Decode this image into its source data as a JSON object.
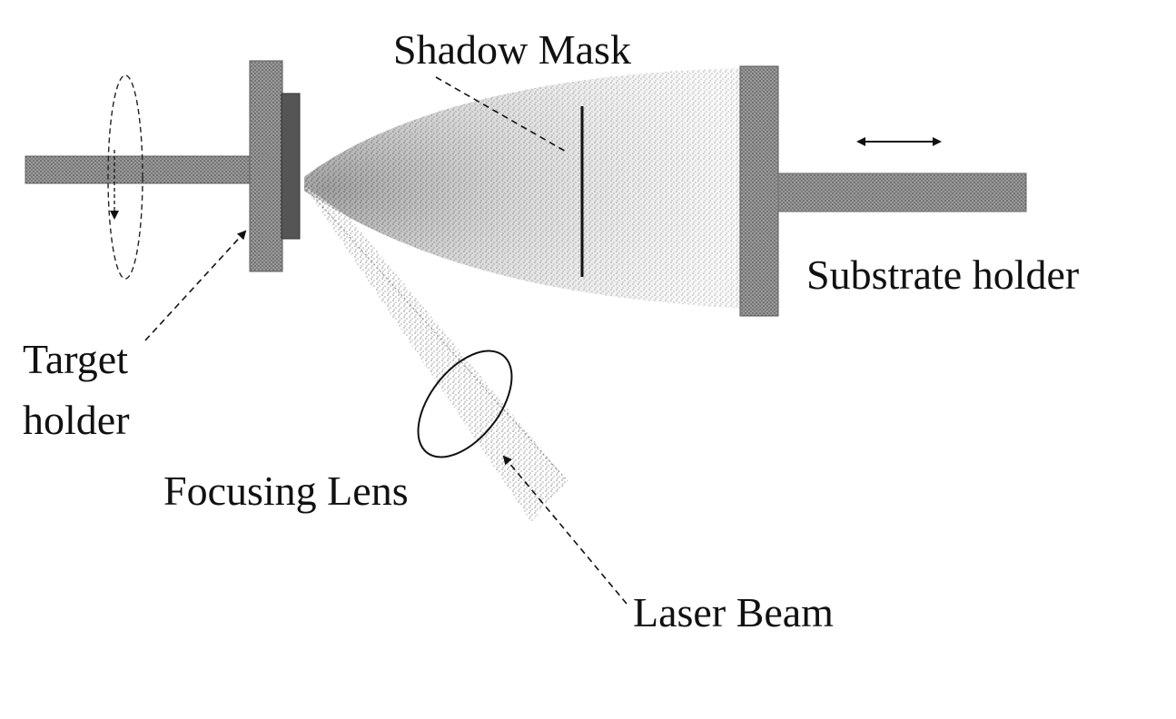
{
  "labels": {
    "shadow_mask": "Shadow Mask",
    "substrate_holder": "Substrate holder",
    "target_holder_line1": "Target",
    "target_holder_line2": "holder",
    "focusing_lens": "Focusing Lens",
    "laser_beam": "Laser Beam"
  },
  "colors": {
    "holder_fill": "#8a8a8a",
    "rod_fill": "#c4c4c4",
    "plume_fill": "#555555",
    "line": "#111111"
  }
}
